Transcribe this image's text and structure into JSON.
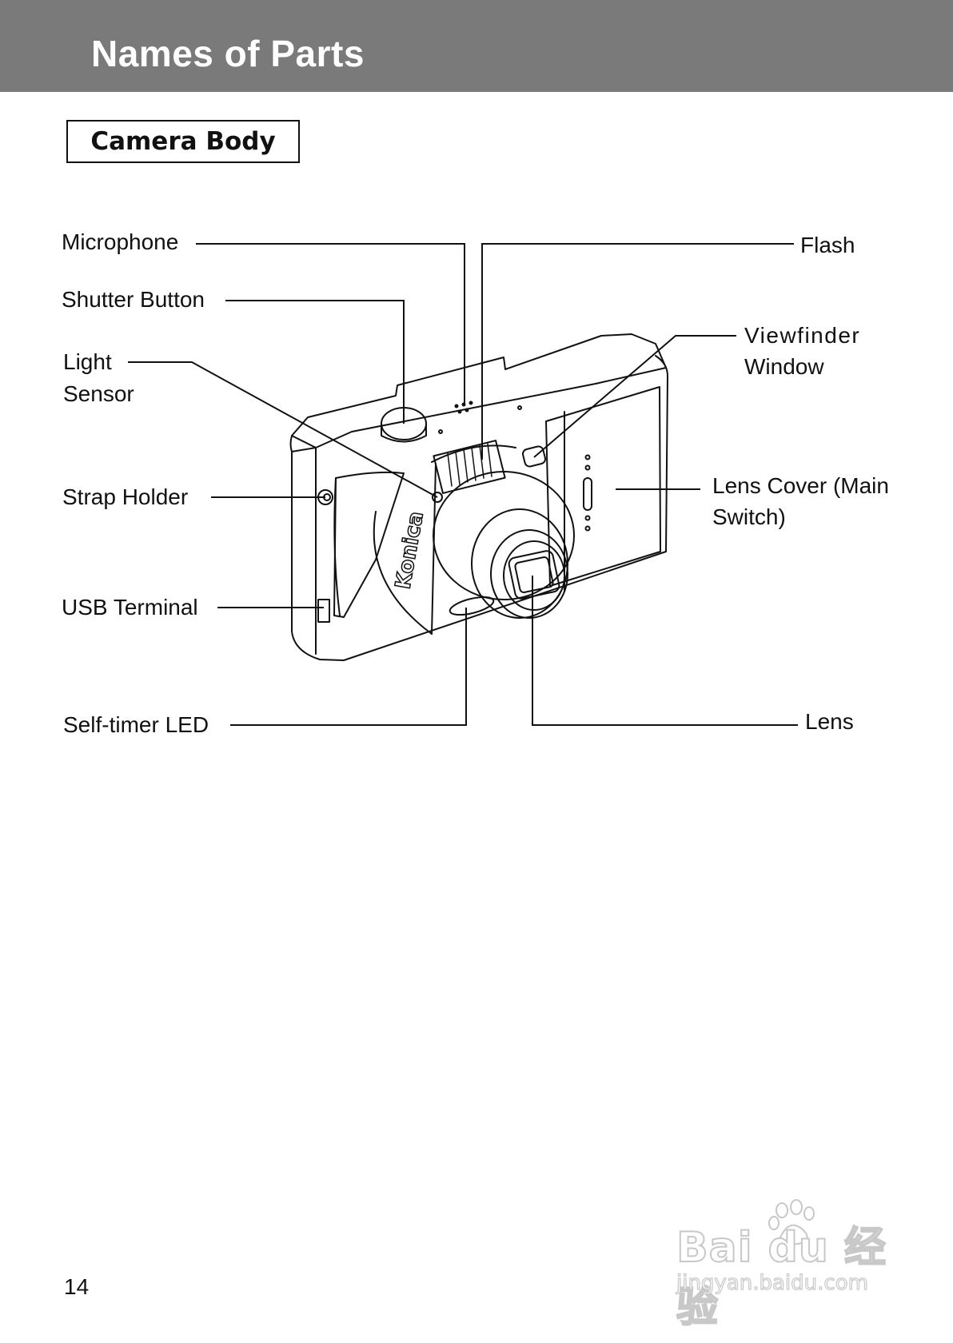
{
  "header": {
    "title": "Names of Parts"
  },
  "section": {
    "title": "Camera Body"
  },
  "labels": {
    "microphone": "Microphone",
    "shutter_button": "Shutter Button",
    "light_sensor_line1": "Light",
    "light_sensor_line2": "Sensor",
    "strap_holder": "Strap Holder",
    "usb_terminal": "USB Terminal",
    "self_timer_led": "Self-timer LED",
    "flash": "Flash",
    "viewfinder_line1": "Viewfinder",
    "viewfinder_line2": "Window",
    "lens_cover_line1": "Lens Cover (Main",
    "lens_cover_line2": "Switch)",
    "lens": "Lens"
  },
  "camera": {
    "brand": "Konica"
  },
  "footer": {
    "page_number": "14"
  },
  "watermark": {
    "brand": "Bai du 经验",
    "url": "jingyan.baidu.com"
  }
}
